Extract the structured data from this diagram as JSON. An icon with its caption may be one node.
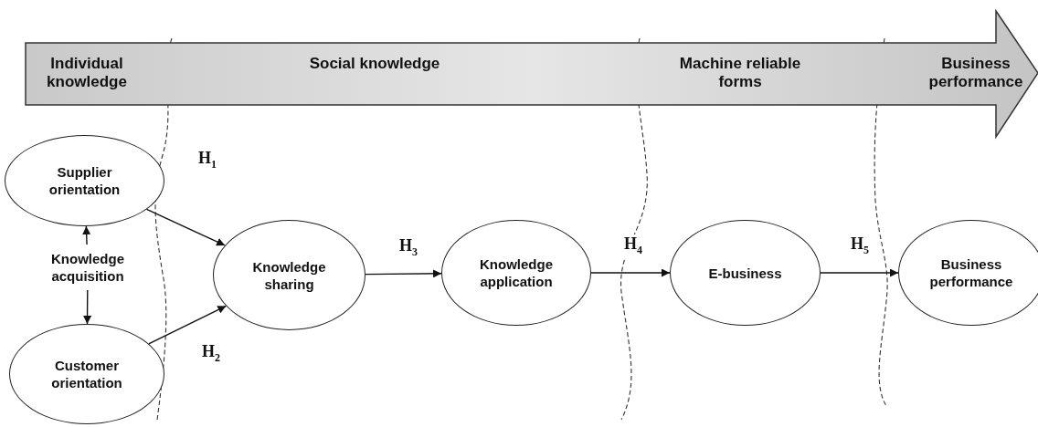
{
  "diagram": {
    "nodes": [
      {
        "text": [
          "Individual knowledge",
          "Social knowledge",
          "Machine reliable forms",
          "Business performance"
        ]
      },
      {
        "text": [
          "Supplier orientation"
        ]
      },
      {
        "text": [
          "Knowledge acquisition"
        ]
      },
      {
        "text": [
          "Customer orientation"
        ]
      },
      {
        "text": [
          "Knowledge sharing"
        ]
      },
      {
        "text": [
          "Knowledge application"
        ]
      },
      {
        "text": [
          "E-business"
        ]
      },
      {
        "text": [
          "Business performance"
        ]
      }
    ],
    "edges": [
      {
        "from": 2,
        "to": 1,
        "arrow": "to"
      },
      {
        "from": 2,
        "to": 3,
        "arrow": "to"
      },
      {
        "from": 1,
        "to": 4,
        "arrow": "to",
        "label": "H$_{1}$"
      },
      {
        "from": 3,
        "to": 4,
        "arrow": "to",
        "label": "H$_{2}$"
      },
      {
        "from": 4,
        "to": 5,
        "arrow": "to",
        "label": "H$_{3}$"
      },
      {
        "from": 5,
        "to": 6,
        "arrow": "to",
        "label": "H$_{4}$"
      },
      {
        "from": 6,
        "to": 7,
        "arrow": "to",
        "label": "H$_{5}$"
      }
    ]
  }
}
